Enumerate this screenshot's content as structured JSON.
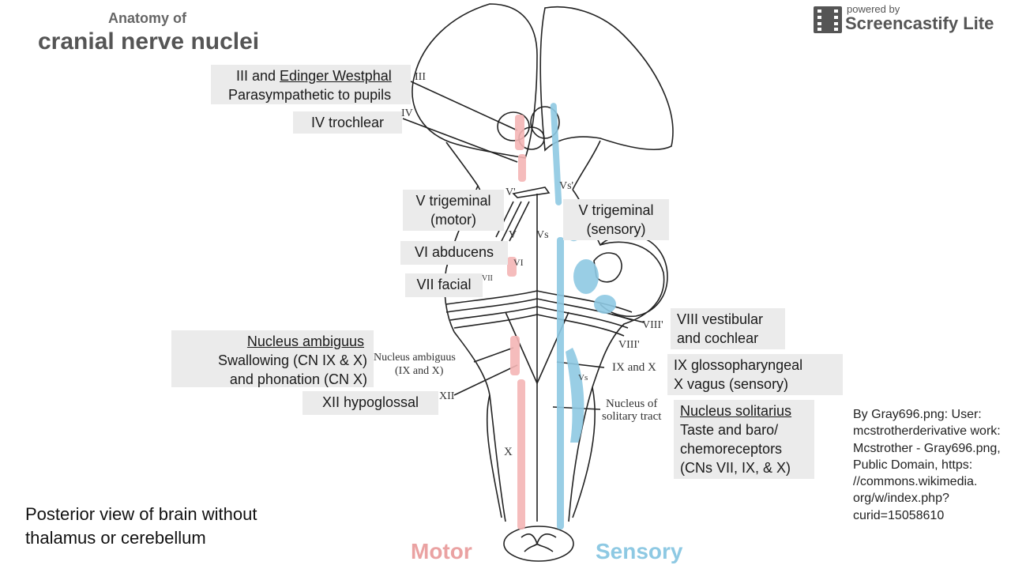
{
  "header": {
    "subtitle": "Anatomy of",
    "title": "cranial nerve nuclei"
  },
  "branding": {
    "powered_by": "powered by",
    "name": "Screencastify Lite",
    "icon": "film-strip-icon"
  },
  "boxes": {
    "cn3": {
      "line1_plain": "III and ",
      "line1_underlined": "Edinger Westphal",
      "line2": "Parasympathetic to pupils"
    },
    "cn4": {
      "line1": "IV trochlear"
    },
    "cn5_motor": {
      "line1": "V trigeminal",
      "line2": "(motor)"
    },
    "cn5_sensory": {
      "line1": "V trigeminal",
      "line2": "(sensory)"
    },
    "cn6": {
      "line1": "VI abducens"
    },
    "cn7": {
      "line1": "VII facial"
    },
    "ambiguus": {
      "line1": "Nucleus ambiguus",
      "line2": "Swallowing (CN IX & X)",
      "line3": "and phonation (CN X)"
    },
    "cn12": {
      "line1": "XII hypoglossal"
    },
    "cn8": {
      "line1": "VIII vestibular",
      "line2": "and cochlear"
    },
    "cn9_10": {
      "line1": "IX glossopharyngeal",
      "line2": "X vagus (sensory)"
    },
    "solitarius": {
      "line1": "Nucleus solitarius",
      "line2": "Taste and baro/",
      "line3": "chemoreceptors",
      "line4": "(CNs VII, IX, & X)"
    }
  },
  "figure_labels": {
    "III": "III",
    "IV": "IV",
    "V_prime": "V'",
    "Vs_prime": "Vs'",
    "V": "V",
    "Vs": "Vs",
    "VI": "VI",
    "VII": "VII",
    "VIII_prime_upper": "VIII'",
    "VIII_prime_lower": "VIII'",
    "ambiguus_line1": "Nucleus ambiguus",
    "ambiguus_line2": "(IX and X)",
    "IX_and_X": "IX and X",
    "Vs_lower": "Vs",
    "XII": "XII",
    "solitary_line1": "Nucleus of",
    "solitary_line2": "solitary tract",
    "X": "X"
  },
  "caption": {
    "line1": "Posterior view of brain without",
    "line2": "thalamus or cerebellum"
  },
  "legend": {
    "motor": "Motor",
    "sensory": "Sensory",
    "motor_color": "#eaa2a2",
    "sensory_color": "#8ec9e3"
  },
  "credit": {
    "text": "By Gray696.png: User: mcstrotherderivative work: Mcstrother - Gray696.png, Public Domain, https: //commons.wikimedia. org/w/index.php? curid=15058610"
  }
}
